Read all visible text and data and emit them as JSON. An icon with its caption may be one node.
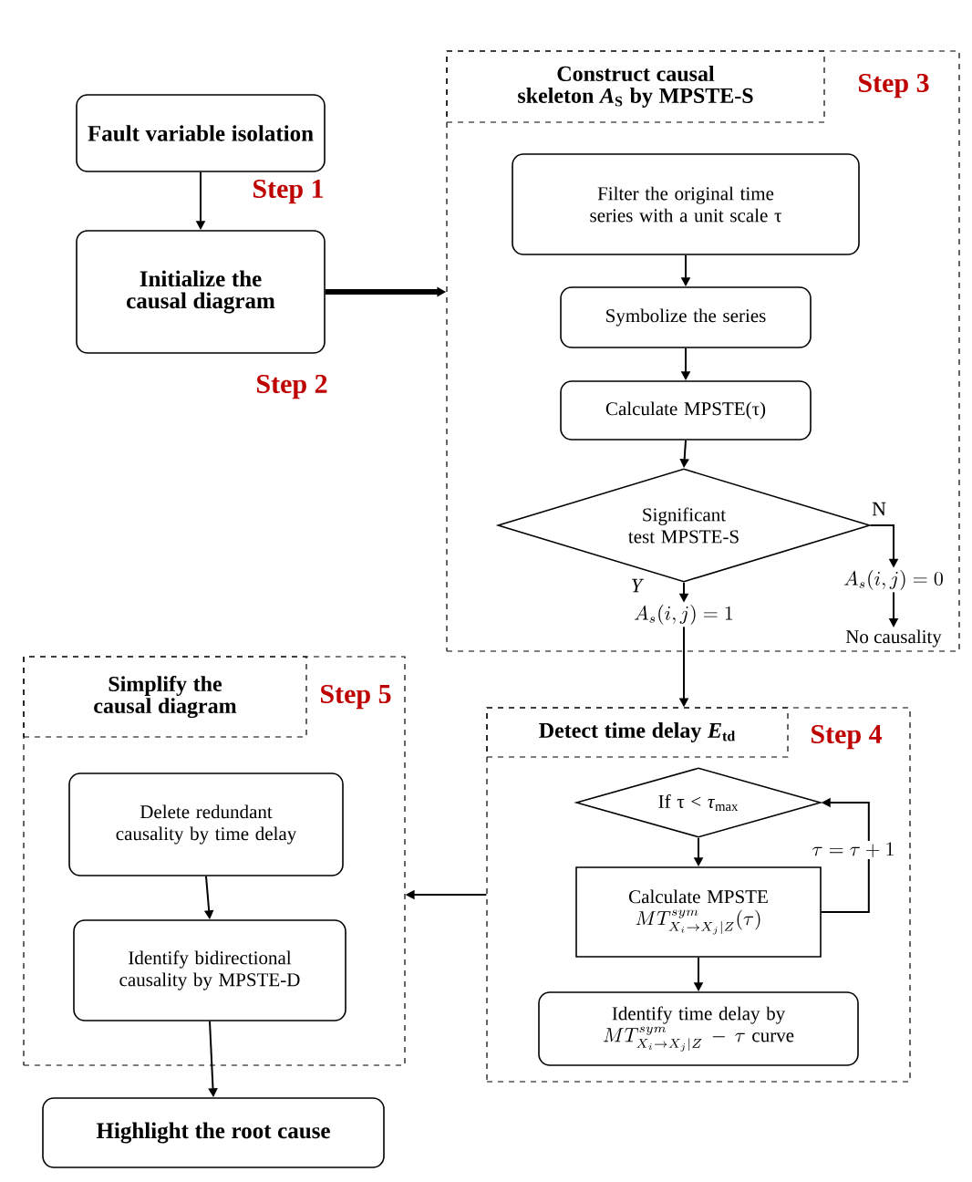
{
  "diagram": {
    "nodes": [
      {
        "text": [
          "Fault variable isolation"
        ],
        "beside": [
          "Step 1"
        ]
      },
      {
        "text": [
          "Initialize the causal diagram"
        ],
        "beside": [
          "Step 2"
        ]
      },
      {
        "text": [],
        "shape": "box"
      },
      {
        "text": [
          "Construct causal skeleton *A*$_{S}$ by MPSTE-S"
        ],
        "in": 2,
        "beside": [
          "Step 3"
        ]
      },
      {
        "text": [
          "Filter the original time series with a unit scale τ"
        ],
        "in": 2
      },
      {
        "text": [
          "Symbolize the series"
        ],
        "in": 2
      },
      {
        "text": [
          "Calculate MPSTE(τ)"
        ],
        "in": 2
      },
      {
        "text": [
          "Significant test MPSTE-S"
        ],
        "in": 2
      },
      {
        "text": [
          "A_s(i,j)=1"
        ],
        "in": 2
      },
      {
        "text": [
          "A_s(i,j)=0"
        ],
        "in": 2
      },
      {
        "text": [
          "No causality"
        ],
        "in": 2
      },
      {
        "text": [],
        "shape": "box"
      },
      {
        "text": [
          "Detect time delay *E*$_{td}$"
        ],
        "in": 11,
        "beside": [
          "Step 4"
        ]
      },
      {
        "text": [
          "If τ < *τ*$_{max}$"
        ],
        "in": 11
      },
      {
        "text": [
          "Calculate MPSTE",
          "MT^{sym}_{X_i\\to X_j|Z}(\\tau)"
        ],
        "in": 11
      },
      {
        "text": [
          "Identify time delay by",
          "MT^{sym}_{X_i\\to X_j|Z}-\\tau\\text{ curve}"
        ],
        "in": 11
      },
      {
        "text": [],
        "shape": "box"
      },
      {
        "text": [
          "Simplify the causal diagram"
        ],
        "in": 16,
        "beside": [
          "Step 5"
        ]
      },
      {
        "text": [
          "Delete redundant causality by time delay"
        ],
        "in": 16
      },
      {
        "text": [
          "Identify bidirectional causality by MPSTE-D"
        ],
        "in": 16
      },
      {
        "text": [
          "Highlight the root cause"
        ]
      }
    ],
    "edges": [
      {
        "from": 0,
        "to": 1,
        "arrow": "to"
      },
      {
        "from": 1,
        "to": 2,
        "arrow": "to",
        "style": "thick"
      },
      {
        "from": 4,
        "to": 5,
        "arrow": "to"
      },
      {
        "from": 5,
        "to": 6,
        "arrow": "to"
      },
      {
        "from": 6,
        "to": 7,
        "arrow": "to"
      },
      {
        "from": 7,
        "to": 8,
        "arrow": "to",
        "label": "Y"
      },
      {
        "from": 7,
        "to": 9,
        "arrow": "to",
        "label": "N"
      },
      {
        "from": 9,
        "to": 10,
        "arrow": "to"
      },
      {
        "from": 8,
        "to": 11,
        "arrow": "to"
      },
      {
        "from": 13,
        "to": 14,
        "arrow": "to"
      },
      {
        "from": 14,
        "to": 13,
        "arrow": "to",
        "label": "\\tau=\\tau+1"
      },
      {
        "from": 14,
        "to": 15,
        "arrow": "to"
      },
      {
        "from": 11,
        "to": 16,
        "arrow": "to"
      },
      {
        "from": 18,
        "to": 19,
        "arrow": "to"
      },
      {
        "from": 19,
        "to": 20,
        "arrow": "to"
      }
    ]
  }
}
